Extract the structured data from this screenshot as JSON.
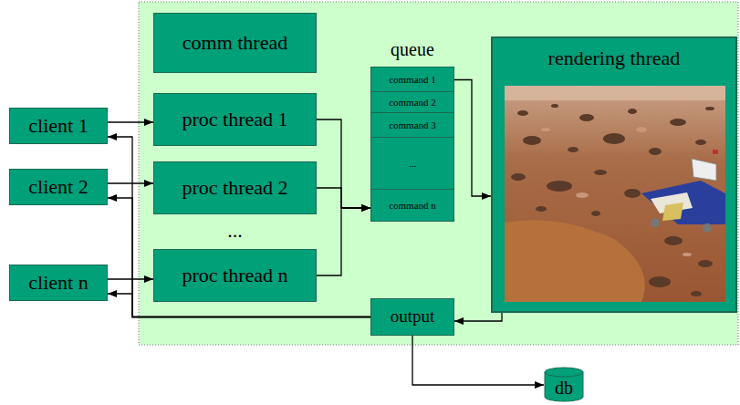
{
  "diagram": {
    "nodes": [
      {
        "text": [
          "client 1"
        ]
      },
      {
        "text": [
          "client 2"
        ]
      },
      {
        "text": [
          "client n"
        ]
      },
      {
        "text": [
          "comm thread"
        ]
      },
      {
        "text": [
          "proc thread 1"
        ]
      },
      {
        "text": [
          "proc thread 2"
        ]
      },
      {
        "text": [
          "proc thread n"
        ]
      },
      {
        "text": [
          "queue"
        ]
      },
      {
        "text": [
          "command 1"
        ],
        "in": 7
      },
      {
        "text": [
          "command 2"
        ],
        "in": 7
      },
      {
        "text": [
          "command 3"
        ],
        "in": 7
      },
      {
        "text": [
          "..."
        ],
        "in": 7
      },
      {
        "text": [
          "command n"
        ],
        "in": 7
      },
      {
        "text": [
          "rendering thread"
        ]
      },
      {
        "text": [
          "output"
        ]
      },
      {
        "text": [
          "db"
        ]
      }
    ],
    "edges": [
      {
        "from": 0,
        "to": 4,
        "arrow": "to"
      },
      {
        "from": 1,
        "to": 5,
        "arrow": "to"
      },
      {
        "from": 2,
        "to": 6,
        "arrow": "to"
      },
      {
        "from": 4,
        "to": 7,
        "arrow": "to"
      },
      {
        "from": 5,
        "to": 7,
        "arrow": "to"
      },
      {
        "from": 6,
        "to": 7,
        "arrow": "to"
      },
      {
        "from": 8,
        "to": 13,
        "arrow": "to"
      },
      {
        "from": 13,
        "to": 14,
        "arrow": "to"
      },
      {
        "from": 14,
        "to": 0,
        "arrow": "to"
      },
      {
        "from": 14,
        "to": 1,
        "arrow": "to"
      },
      {
        "from": 14,
        "to": 2,
        "arrow": "to"
      },
      {
        "from": 14,
        "to": 15,
        "arrow": "to"
      }
    ],
    "labels": [
      "..."
    ]
  }
}
